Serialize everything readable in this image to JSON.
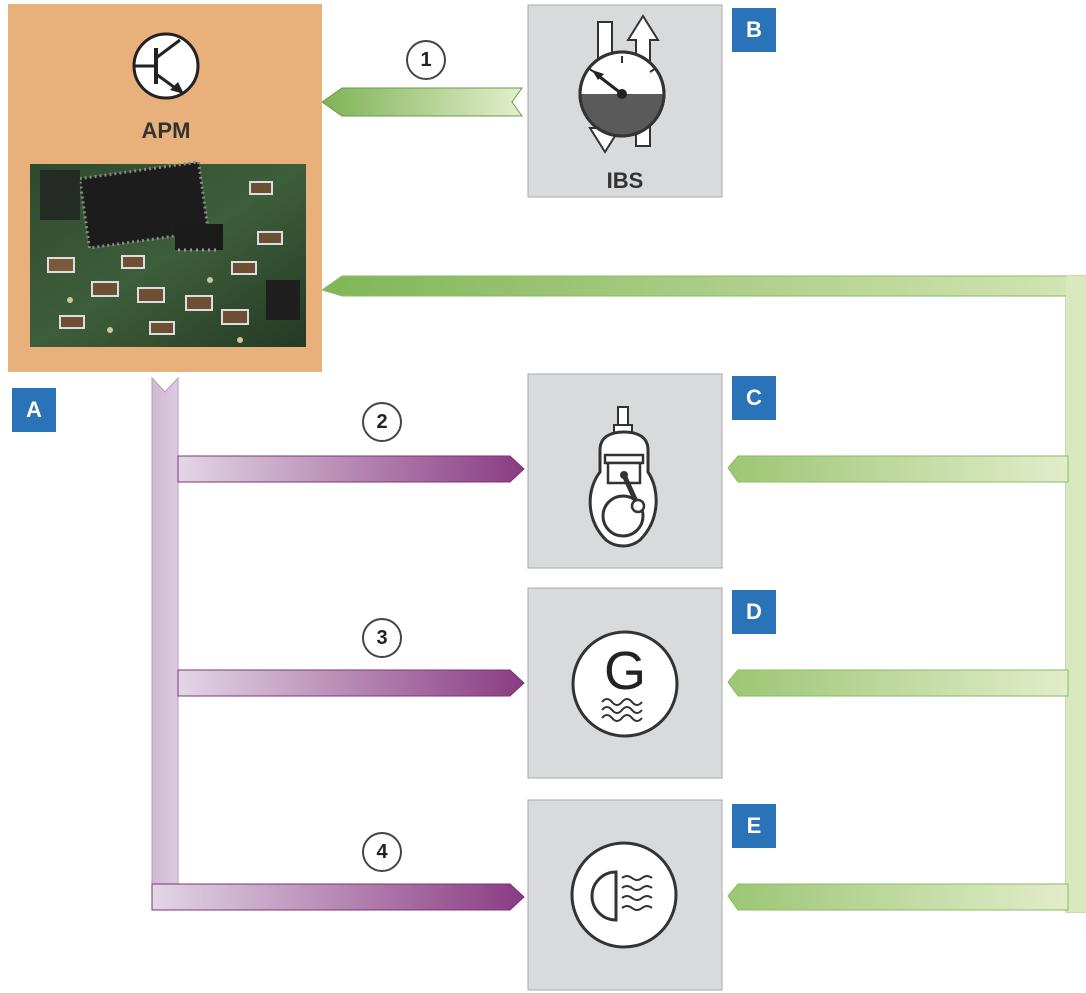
{
  "colors": {
    "apm_bg": "#e8b07a",
    "component_bg": "#d9dadb",
    "label_bg": "#2b73b8",
    "green_dark": "#7eb356",
    "green_light": "#dfebc7",
    "purple_dark": "#8e3f86",
    "purple_light": "#dcccdf"
  },
  "apm": {
    "label": "APM",
    "icon": "transistor-icon",
    "image": "circuit-board-photo"
  },
  "labels": {
    "a": "A",
    "b": "B",
    "c": "C",
    "d": "D",
    "e": "E"
  },
  "components": {
    "ibs": {
      "label": "IBS",
      "icon": "battery-sensor-gauge-icon"
    },
    "engine": {
      "icon": "engine-piston-icon"
    },
    "generator": {
      "letter": "G",
      "icon": "generator-icon"
    },
    "light": {
      "icon": "headlight-icon"
    }
  },
  "connections": {
    "n1": "1",
    "n2": "2",
    "n3": "3",
    "n4": "4"
  }
}
